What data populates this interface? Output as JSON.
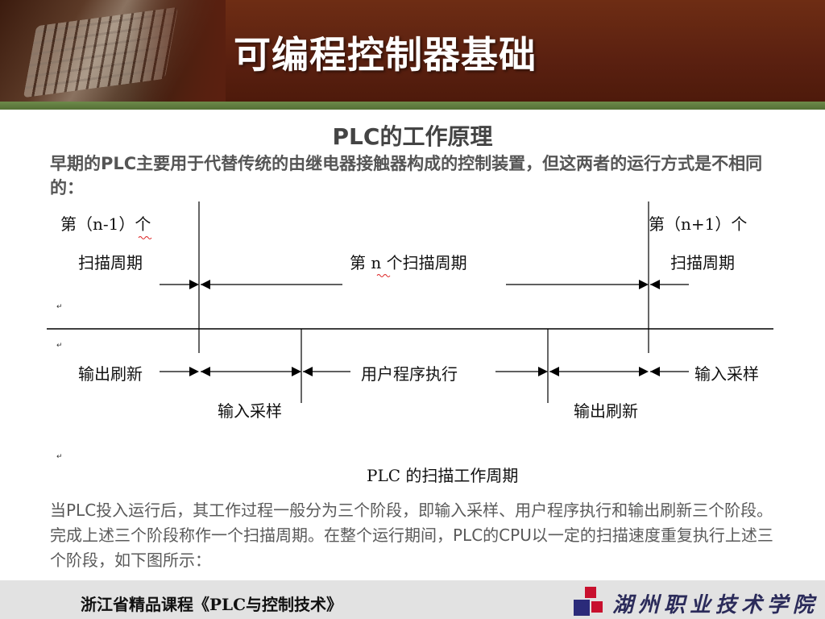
{
  "header": {
    "title": "可编程控制器基础"
  },
  "section_title": "PLC的工作原理",
  "intro": "早期的PLC主要用于代替传统的由继电器接触器构成的控制装置，但这两者的运行方式是不相同的：",
  "diagram": {
    "labels": {
      "prev_cycle_line1": "第（n-1）个",
      "prev_cycle_line2": "扫描周期",
      "current_cycle": "第 n 个扫描周期",
      "next_cycle_line1": "第（n+1）个",
      "next_cycle_line2": "扫描周期",
      "output_refresh_left": "输出刷新",
      "user_program": "用户程序执行",
      "input_sampling_right": "输入采样",
      "input_sampling_bottom": "输入采样",
      "output_refresh_bottom": "输出刷新",
      "caption": "PLC 的扫描工作周期"
    }
  },
  "summary": "当PLC投入运行后，其工作过程一般分为三个阶段，即输入采样、用户程序执行和输出刷新三个阶段。完成上述三个阶段称作一个扫描周期。在整个运行期间，PLC的CPU以一定的扫描速度重复执行上述三个阶段，如下图所示：",
  "footer": {
    "course": "浙江省精品课程《PLC与控制技术》",
    "school": "湖州职业技术学院"
  },
  "colors": {
    "header_bg": "#5a2010",
    "green_bar": "#557036",
    "footer_bg": "#e2e2e2",
    "logo_red": "#c8102e",
    "logo_blue": "#2b2b7a"
  }
}
